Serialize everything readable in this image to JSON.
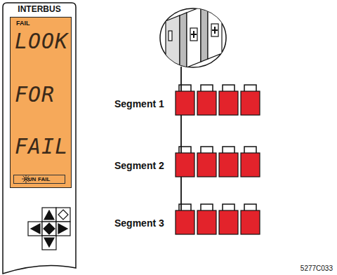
{
  "diagram": {
    "nodes": [
      {
        "text": [
          "INTERBUS"
        ]
      },
      {
        "text": [
          "FAIL",
          "LOOK",
          "FOR",
          "FAIL"
        ],
        "in": 0
      },
      {
        "text": [
          "RUN",
          "FAIL"
        ],
        "in": 1
      }
    ],
    "labels": [
      "Segment 1",
      "Segment 2",
      "Segment 3",
      "5277C033"
    ]
  }
}
